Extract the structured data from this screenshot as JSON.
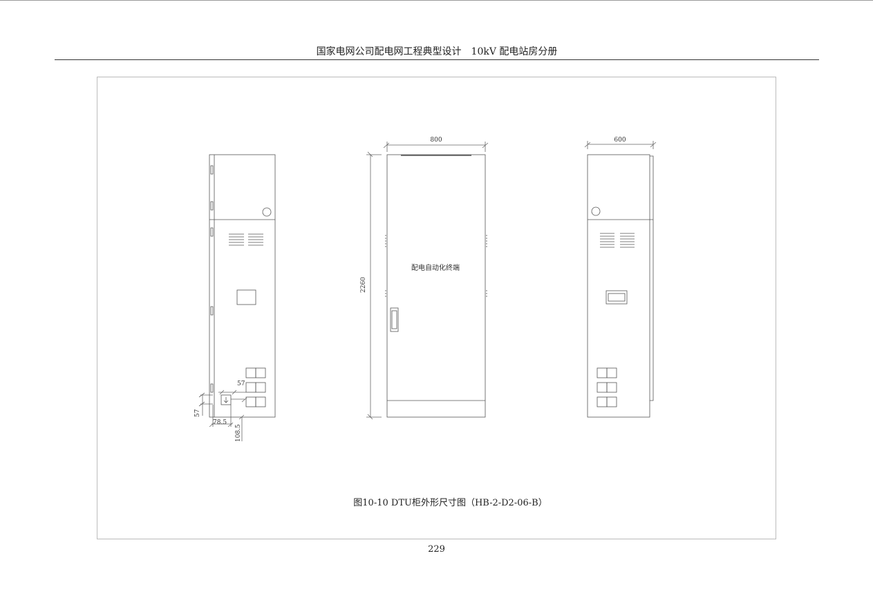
{
  "header": {
    "title": "国家电网公司配电网工程典型设计　10kV 配电站房分册"
  },
  "drawing": {
    "door_label": "配电自动化终端",
    "dim_front_width": "800",
    "dim_height": "2260",
    "dim_side_width": "600",
    "dim_57_a": "57",
    "dim_57_b": "57",
    "dim_78_5": "78.5",
    "dim_108_5": "108.5"
  },
  "caption": "图10-10 DTU柜外形尺寸图（HB-2-D2-06-B）",
  "page_number": "229"
}
